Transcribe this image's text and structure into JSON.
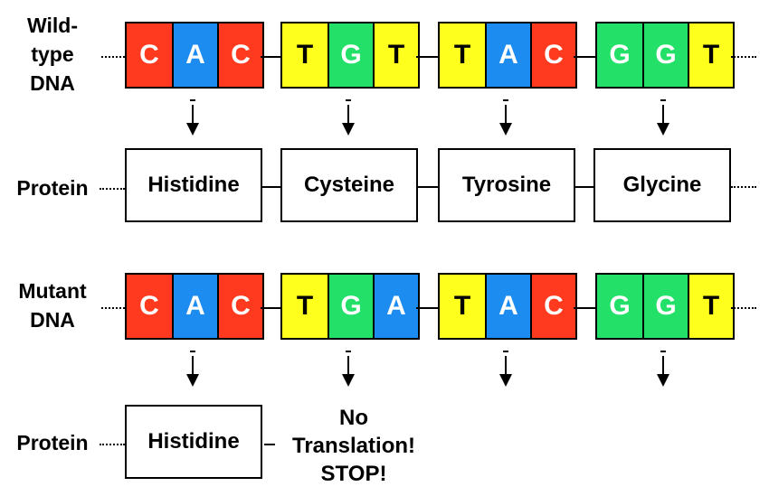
{
  "labels": {
    "wildtype_line1": "Wild-",
    "wildtype_line2": "type",
    "wildtype_line3": "DNA",
    "protein": "Protein",
    "mutant_line1": "Mutant",
    "mutant_line2": "DNA"
  },
  "wildtype_codons": [
    [
      "C",
      "A",
      "C"
    ],
    [
      "T",
      "G",
      "T"
    ],
    [
      "T",
      "A",
      "C"
    ],
    [
      "G",
      "G",
      "T"
    ]
  ],
  "wildtype_proteins": [
    "Histidine",
    "Cysteine",
    "Tyrosine",
    "Glycine"
  ],
  "mutant_codons": [
    [
      "C",
      "A",
      "C"
    ],
    [
      "T",
      "G",
      "A"
    ],
    [
      "T",
      "A",
      "C"
    ],
    [
      "G",
      "G",
      "T"
    ]
  ],
  "mutant_proteins": [
    "Histidine"
  ],
  "stop_text": {
    "line1": "No",
    "line2": "Translation!",
    "line3": "STOP!"
  },
  "nucleotide_colors": {
    "C": "#ff3a1f",
    "A": "#1d8cf0",
    "T": "#ffff1e",
    "G": "#22e068"
  }
}
